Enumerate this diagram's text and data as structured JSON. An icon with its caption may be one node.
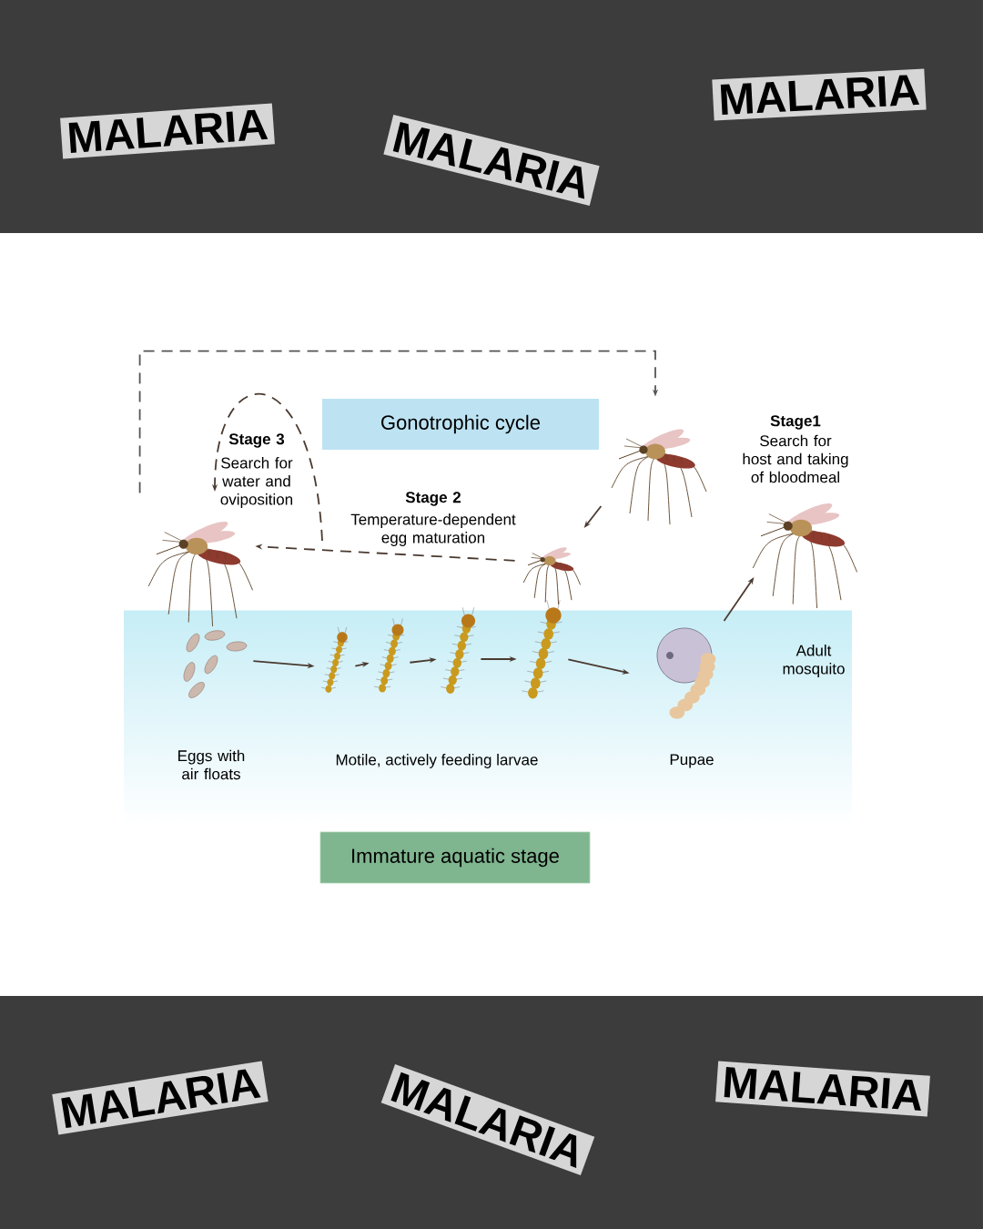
{
  "diagram": {
    "nodes": [
      {
        "text": [
          "Gonotrophic cycle"
        ]
      },
      {
        "text": [],
        "shape": "picture",
        "beside": [
          "Stage1",
          "Search for host and taking of bloodmeal"
        ]
      },
      {
        "text": [],
        "shape": "picture",
        "beside": [
          "Stage 2",
          "Temperature-dependent egg maturation"
        ]
      },
      {
        "text": [],
        "shape": "picture",
        "beside": [
          "Stage 3",
          "Search for water and oviposition"
        ]
      },
      {
        "text": [],
        "shape": "picture",
        "beside": [
          "Adult mosquito"
        ]
      },
      {
        "text": [],
        "shape": "picture",
        "beside": [
          "Eggs with air floats"
        ]
      },
      {
        "text": [],
        "shape": "picture"
      },
      {
        "text": [],
        "shape": "picture"
      },
      {
        "text": [],
        "shape": "picture"
      },
      {
        "text": [],
        "shape": "picture"
      },
      {
        "text": [],
        "shape": "picture",
        "beside": [
          "Pupae"
        ]
      },
      {
        "text": [
          "Immature aquatic stage"
        ]
      }
    ],
    "edges": [
      {
        "from": 3,
        "to": 1,
        "arrow": "to",
        "style": "dashed",
        "color": "#555555"
      },
      {
        "from": 1,
        "to": 2,
        "arrow": "to"
      },
      {
        "from": 2,
        "to": 3,
        "arrow": "to",
        "style": "dashed"
      },
      {
        "from": 5,
        "to": 6,
        "arrow": "to"
      },
      {
        "from": 6,
        "to": 7,
        "arrow": "to"
      },
      {
        "from": 7,
        "to": 8,
        "arrow": "to"
      },
      {
        "from": 8,
        "to": 9,
        "arrow": "to"
      },
      {
        "from": 9,
        "to": 10,
        "arrow": "to"
      },
      {
        "from": 10,
        "to": 4,
        "arrow": "to"
      }
    ],
    "labels": [
      "MALARIA",
      "MALARIA",
      "MALARIA",
      "Motile, actively feeding larvae",
      "MALARIA",
      "MALARIA",
      "MALARIA"
    ]
  }
}
